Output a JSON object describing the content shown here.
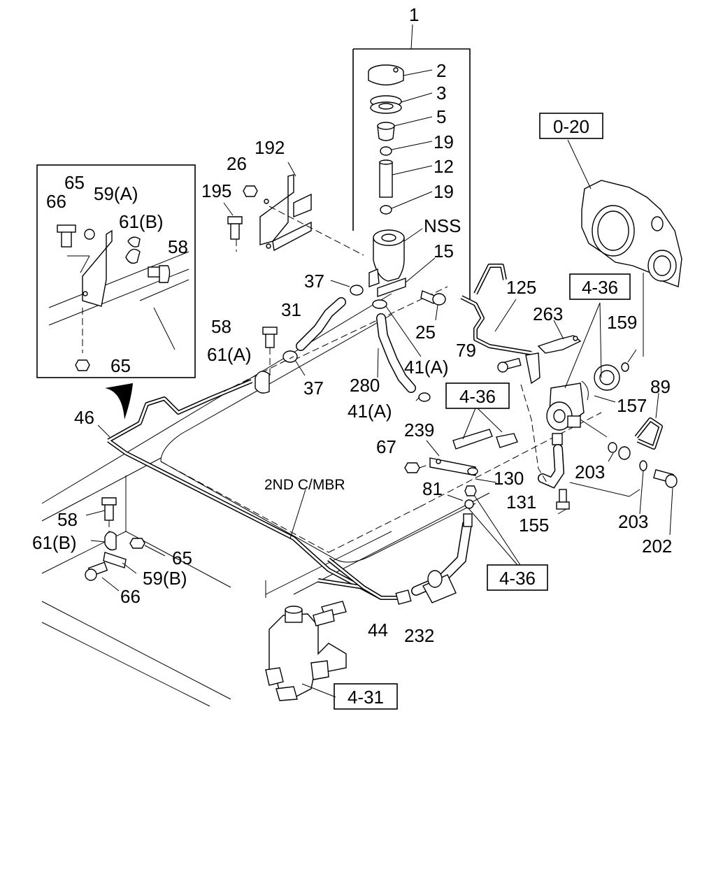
{
  "callouts": {
    "c1": "1",
    "c2": "2",
    "c3": "3",
    "c5": "5",
    "c19a": "19",
    "c12": "12",
    "c19b": "19",
    "nss": "NSS",
    "c15": "15",
    "c192": "192",
    "c26": "26",
    "c195": "195",
    "c37a": "37",
    "c31": "31",
    "c25": "25",
    "c58a": "58",
    "c61a": "61(A)",
    "c37b": "37",
    "c280": "280",
    "c41a1": "41(A)",
    "c41a2": "41(A)",
    "c125": "125",
    "c263": "263",
    "c79": "79",
    "c159": "159",
    "c157": "157",
    "c89": "89",
    "c239": "239",
    "c67": "67",
    "c130": "130",
    "c81": "81",
    "c131": "131",
    "c203a": "203",
    "c203b": "203",
    "c155": "155",
    "c202": "202",
    "c46": "46",
    "c58b": "58",
    "c61b": "61(B)",
    "c65a": "65",
    "c59b": "59(B)",
    "c66a": "66",
    "c44": "44",
    "c232": "232",
    "in65a": "65",
    "in59a": "59(A)",
    "in66": "66",
    "in61b": "61(B)",
    "in58": "58",
    "in65b": "65"
  },
  "refs": {
    "r020": "0-20",
    "r436a": "4-36",
    "r436b": "4-36",
    "r436c": "4-36",
    "r431": "4-31"
  },
  "notes": {
    "member": "2ND C/MBR"
  }
}
